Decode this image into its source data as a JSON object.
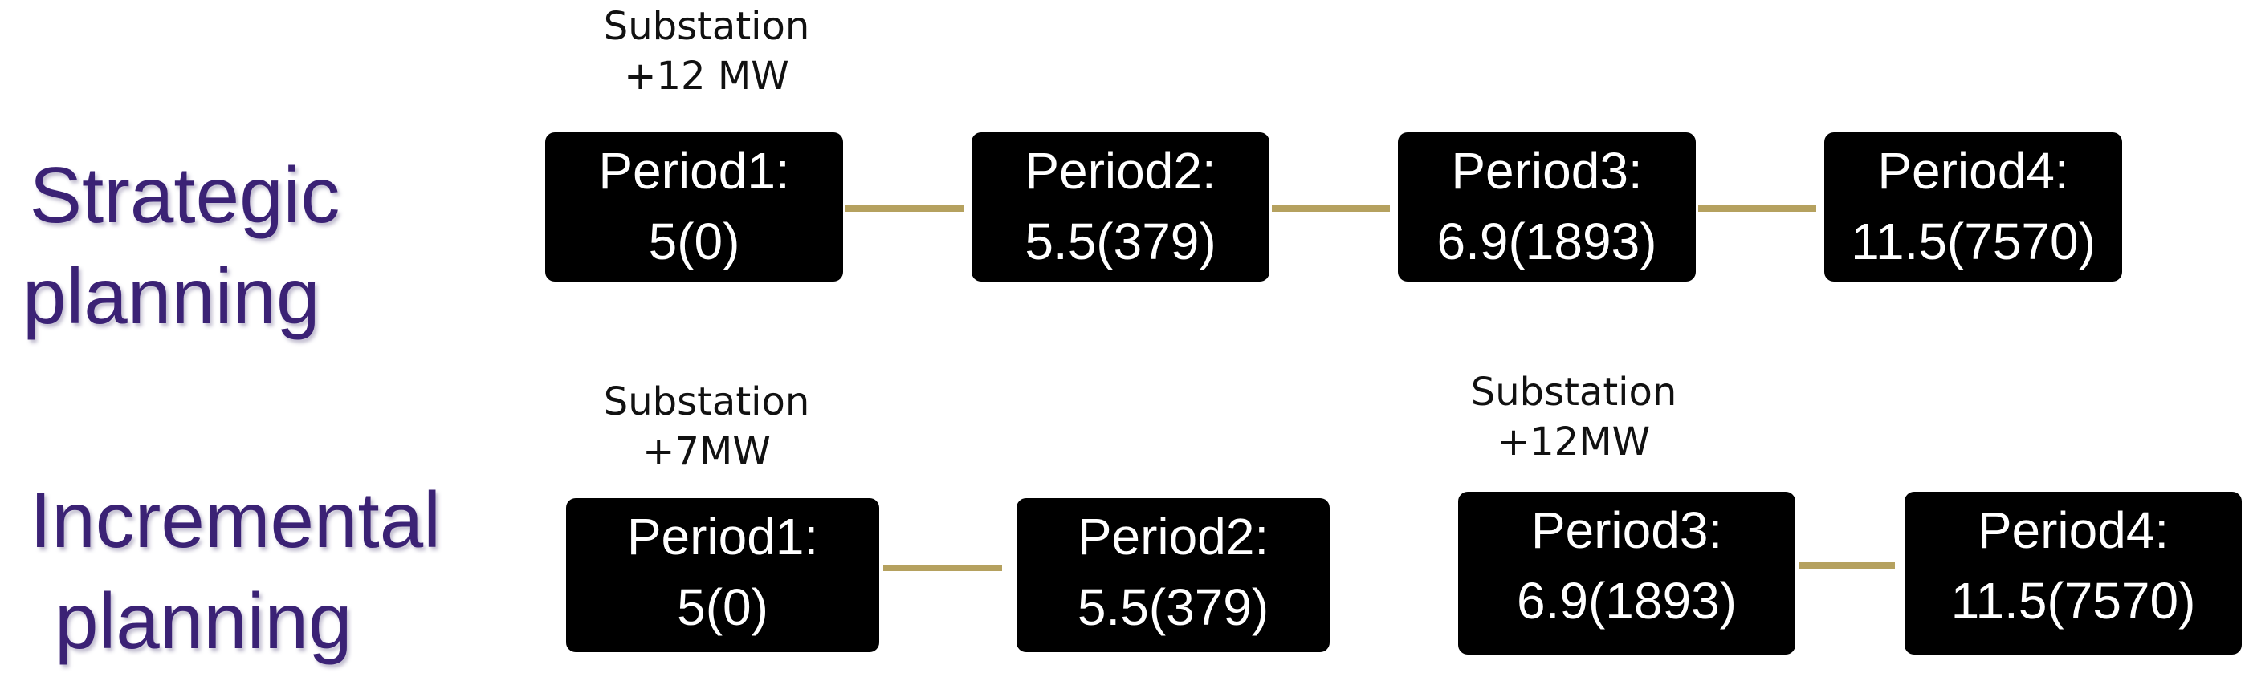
{
  "colors": {
    "label": "#3b2275",
    "box_fill": "#000000",
    "box_text": "#ffffff",
    "connector": "#b5a15f"
  },
  "strategic": {
    "label": [
      "Strategic",
      "planning"
    ],
    "substation_note": [
      "Substation",
      "+12 MW"
    ],
    "periods": [
      {
        "name": "Period1:",
        "value": "5(0)"
      },
      {
        "name": "Period2:",
        "value": "5.5(379)"
      },
      {
        "name": "Period3:",
        "value": "6.9(1893)"
      },
      {
        "name": "Period4:",
        "value": "11.5(7570)"
      }
    ]
  },
  "incremental": {
    "label": [
      "Incremental",
      "planning"
    ],
    "substation_note_1": [
      "Substation",
      "+7MW"
    ],
    "substation_note_2": [
      "Substation",
      "+12MW"
    ],
    "periods": [
      {
        "name": "Period1:",
        "value": "5(0)"
      },
      {
        "name": "Period2:",
        "value": "5.5(379)"
      },
      {
        "name": "Period3:",
        "value": "6.9(1893)"
      },
      {
        "name": "Period4:",
        "value": "11.5(7570)"
      }
    ]
  }
}
